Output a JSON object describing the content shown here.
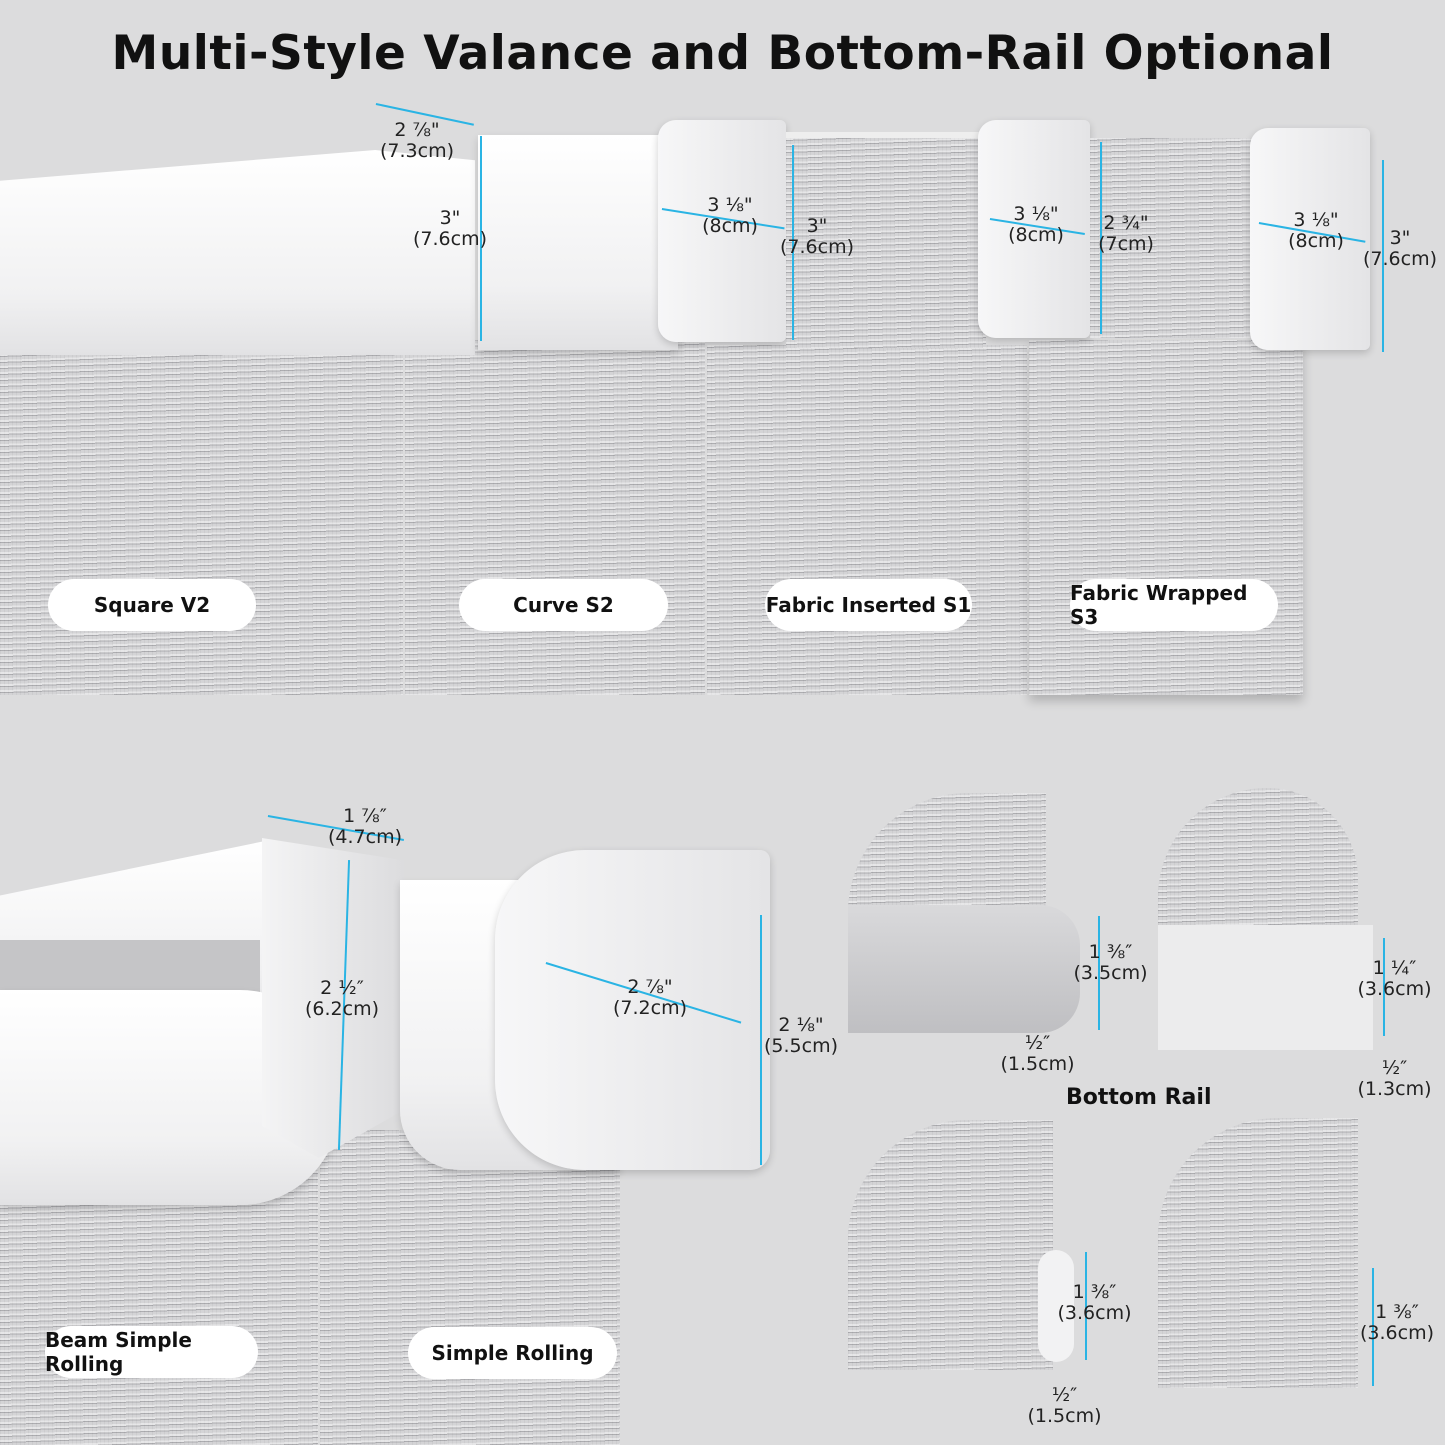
{
  "title": "Multi-Style Valance and Bottom-Rail  Optional",
  "top_styles": [
    {
      "label": "Square V2",
      "dims": [
        [
          "2 ⅞\"",
          "(7.3cm)"
        ],
        [
          "3\"",
          "(7.6cm)"
        ]
      ]
    },
    {
      "label": "Curve S2",
      "dims": [
        [
          "3 ⅛\"",
          "(8cm)"
        ],
        [
          "3\"",
          "(7.6cm)"
        ]
      ]
    },
    {
      "label": "Fabric Inserted S1",
      "dims": [
        [
          "3 ⅛\"",
          "(8cm)"
        ],
        [
          "2 ¾\"",
          "(7cm)"
        ]
      ]
    },
    {
      "label": "Fabric Wrapped S3",
      "dims": [
        [
          "3 ⅛\"",
          "(8cm)"
        ],
        [
          "3\"",
          "(7.6cm)"
        ]
      ]
    }
  ],
  "rolling_styles": [
    {
      "label": "Beam Simple Rolling",
      "dims": [
        [
          "1 ⅞″",
          "(4.7cm)"
        ],
        [
          "2 ½″",
          "(6.2cm)"
        ]
      ]
    },
    {
      "label": "Simple Rolling",
      "dims": [
        [
          "2 ⅞\"",
          "(7.2cm)"
        ],
        [
          "2 ⅛\"",
          "(5.5cm)"
        ]
      ]
    }
  ],
  "bottom_rail": {
    "label": "Bottom Rail",
    "items": [
      {
        "dims": [
          [
            "1 ⅜″",
            "(3.5cm)"
          ],
          [
            "½″",
            "(1.5cm)"
          ]
        ]
      },
      {
        "dims": [
          [
            "1 ¼″",
            "(3.6cm)"
          ],
          [
            "½″",
            "(1.3cm)"
          ]
        ]
      },
      {
        "dims": [
          [
            "1 ⅜″",
            "(3.6cm)"
          ],
          [
            "½″",
            "(1.5cm)"
          ]
        ]
      },
      {
        "dims": [
          [
            "1 ⅜″",
            "(3.6cm)"
          ]
        ]
      }
    ]
  },
  "colors": {
    "dimension_line": "#2ab4e4",
    "background": "#dcdcdd"
  }
}
